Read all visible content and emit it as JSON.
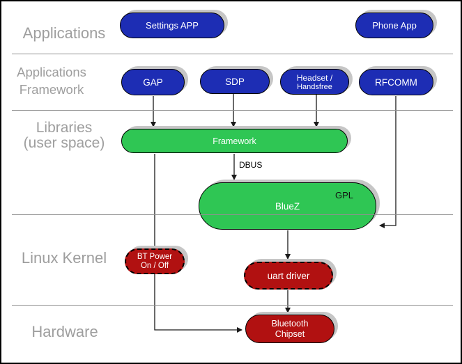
{
  "colors": {
    "application_node_blue": "#1d2db4",
    "library_node_green": "#2fc654",
    "kernel_node_red": "#b11111",
    "layer_label_gray": "#9e9e9e",
    "divider_gray": "#909090",
    "node_text_white": "#ffffff",
    "pill_shadow_gray": "#c6c6c6",
    "connector_black": "#1a1a1a"
  },
  "layer_labels": {
    "applications": "Applications",
    "applications_framework": [
      "Applications",
      "Framework"
    ],
    "libraries": [
      "Libraries",
      "(user space)"
    ],
    "linux_kernel": "Linux Kernel",
    "hardware": "Hardware"
  },
  "nodes": {
    "settings_app": {
      "label": "Settings APP",
      "color": "#1d2db4",
      "layer": "Applications"
    },
    "phone_app": {
      "label": "Phone App",
      "color": "#1d2db4",
      "layer": "Applications"
    },
    "gap": {
      "label": "GAP",
      "color": "#1d2db4",
      "layer": "Applications Framework"
    },
    "sdp": {
      "label": "SDP",
      "color": "#1d2db4",
      "layer": "Applications Framework"
    },
    "headset_handsfree": {
      "label_lines": [
        "Headset /",
        "Handsfree"
      ],
      "color": "#1d2db4",
      "layer": "Applications Framework"
    },
    "rfcomm": {
      "label": "RFCOMM",
      "color": "#1d2db4",
      "layer": "Applications Framework"
    },
    "framework": {
      "label": "Framework",
      "color": "#2fc654",
      "layer": "Libraries (user space)"
    },
    "bluez": {
      "label": "BlueZ",
      "badge": "GPL",
      "color": "#2fc654",
      "layer": "Libraries (user space)"
    },
    "bt_power": {
      "label_lines": [
        "BT Power",
        "On / Off"
      ],
      "color": "#b11111",
      "layer": "Linux Kernel"
    },
    "uart_driver": {
      "label": "uart driver",
      "color": "#b11111",
      "layer": "Linux Kernel"
    },
    "bluetooth_chipset": {
      "label_lines": [
        "Bluetooth",
        "Chipset"
      ],
      "color": "#b11111",
      "layer": "Hardware"
    }
  },
  "edge_labels": {
    "dbus": "DBUS"
  },
  "edges": [
    {
      "from": "GAP",
      "to": "Framework"
    },
    {
      "from": "SDP",
      "to": "Framework"
    },
    {
      "from": "Headset / Handsfree",
      "to": "Framework"
    },
    {
      "from": "RFCOMM",
      "to": "BlueZ"
    },
    {
      "from": "Framework",
      "to": "BlueZ",
      "label": "DBUS"
    },
    {
      "from": "Framework",
      "to": "Bluetooth Chipset",
      "passes_through": "BT Power On / Off"
    },
    {
      "from": "BlueZ",
      "to": "uart driver"
    },
    {
      "from": "uart driver",
      "to": "Bluetooth Chipset"
    }
  ]
}
